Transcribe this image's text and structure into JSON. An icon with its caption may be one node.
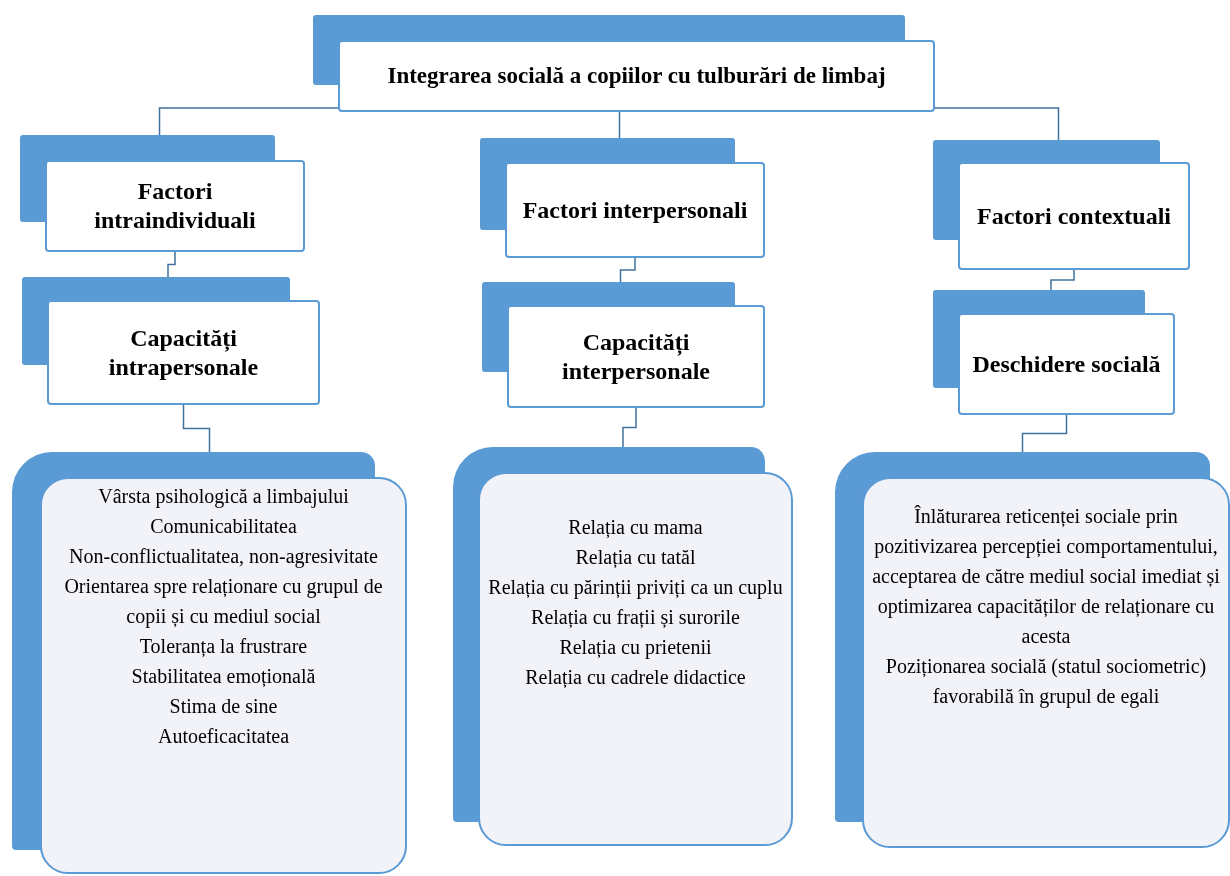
{
  "diagram": {
    "nodes": [
      {
        "text": [
          "Integrarea socială a copiilor cu tulburări de limbaj"
        ]
      },
      {
        "text": [
          "Factori intraindividuali"
        ]
      },
      {
        "text": [
          "Factori interpersonali"
        ]
      },
      {
        "text": [
          "Factori contextuali"
        ]
      },
      {
        "text": [
          "Capacități intrapersonale"
        ]
      },
      {
        "text": [
          "Capacități interpersonale"
        ]
      },
      {
        "text": [
          "Deschidere socială"
        ]
      },
      {
        "text": [
          "Vârsta psihologică a limbajului",
          "Comunicabilitatea",
          "Non-conflictualitatea, non-agresivitate",
          "Orientarea spre relaționare cu grupul de copii și cu mediul social",
          "Toleranța la frustrare",
          "Stabilitatea emoțională",
          "Stima de sine",
          "Autoeficacitatea"
        ]
      },
      {
        "text": [
          "Relația cu mama",
          "Relația cu tatăl",
          "Relația cu părinții priviți ca un cuplu",
          "Relația cu frații și surorile",
          "Relația cu prietenii",
          "Relația cu cadrele didactice"
        ]
      },
      {
        "text": [
          "Înlăturarea reticenței sociale prin pozitivizarea percepției comportamentului, acceptarea de către mediul social imediat și optimizarea capacităților de relaționare cu acesta",
          "Poziționarea socială (statul sociometric) favorabilă în grupul de egali"
        ]
      }
    ],
    "edges": [
      {
        "from": 0,
        "to": 1,
        "arrow": "none"
      },
      {
        "from": 0,
        "to": 2,
        "arrow": "none"
      },
      {
        "from": 0,
        "to": 3,
        "arrow": "none"
      },
      {
        "from": 1,
        "to": 4,
        "arrow": "none"
      },
      {
        "from": 2,
        "to": 5,
        "arrow": "none"
      },
      {
        "from": 3,
        "to": 6,
        "arrow": "none"
      },
      {
        "from": 4,
        "to": 7,
        "arrow": "none"
      },
      {
        "from": 5,
        "to": 8,
        "arrow": "none"
      },
      {
        "from": 6,
        "to": 9,
        "arrow": "none"
      }
    ]
  }
}
